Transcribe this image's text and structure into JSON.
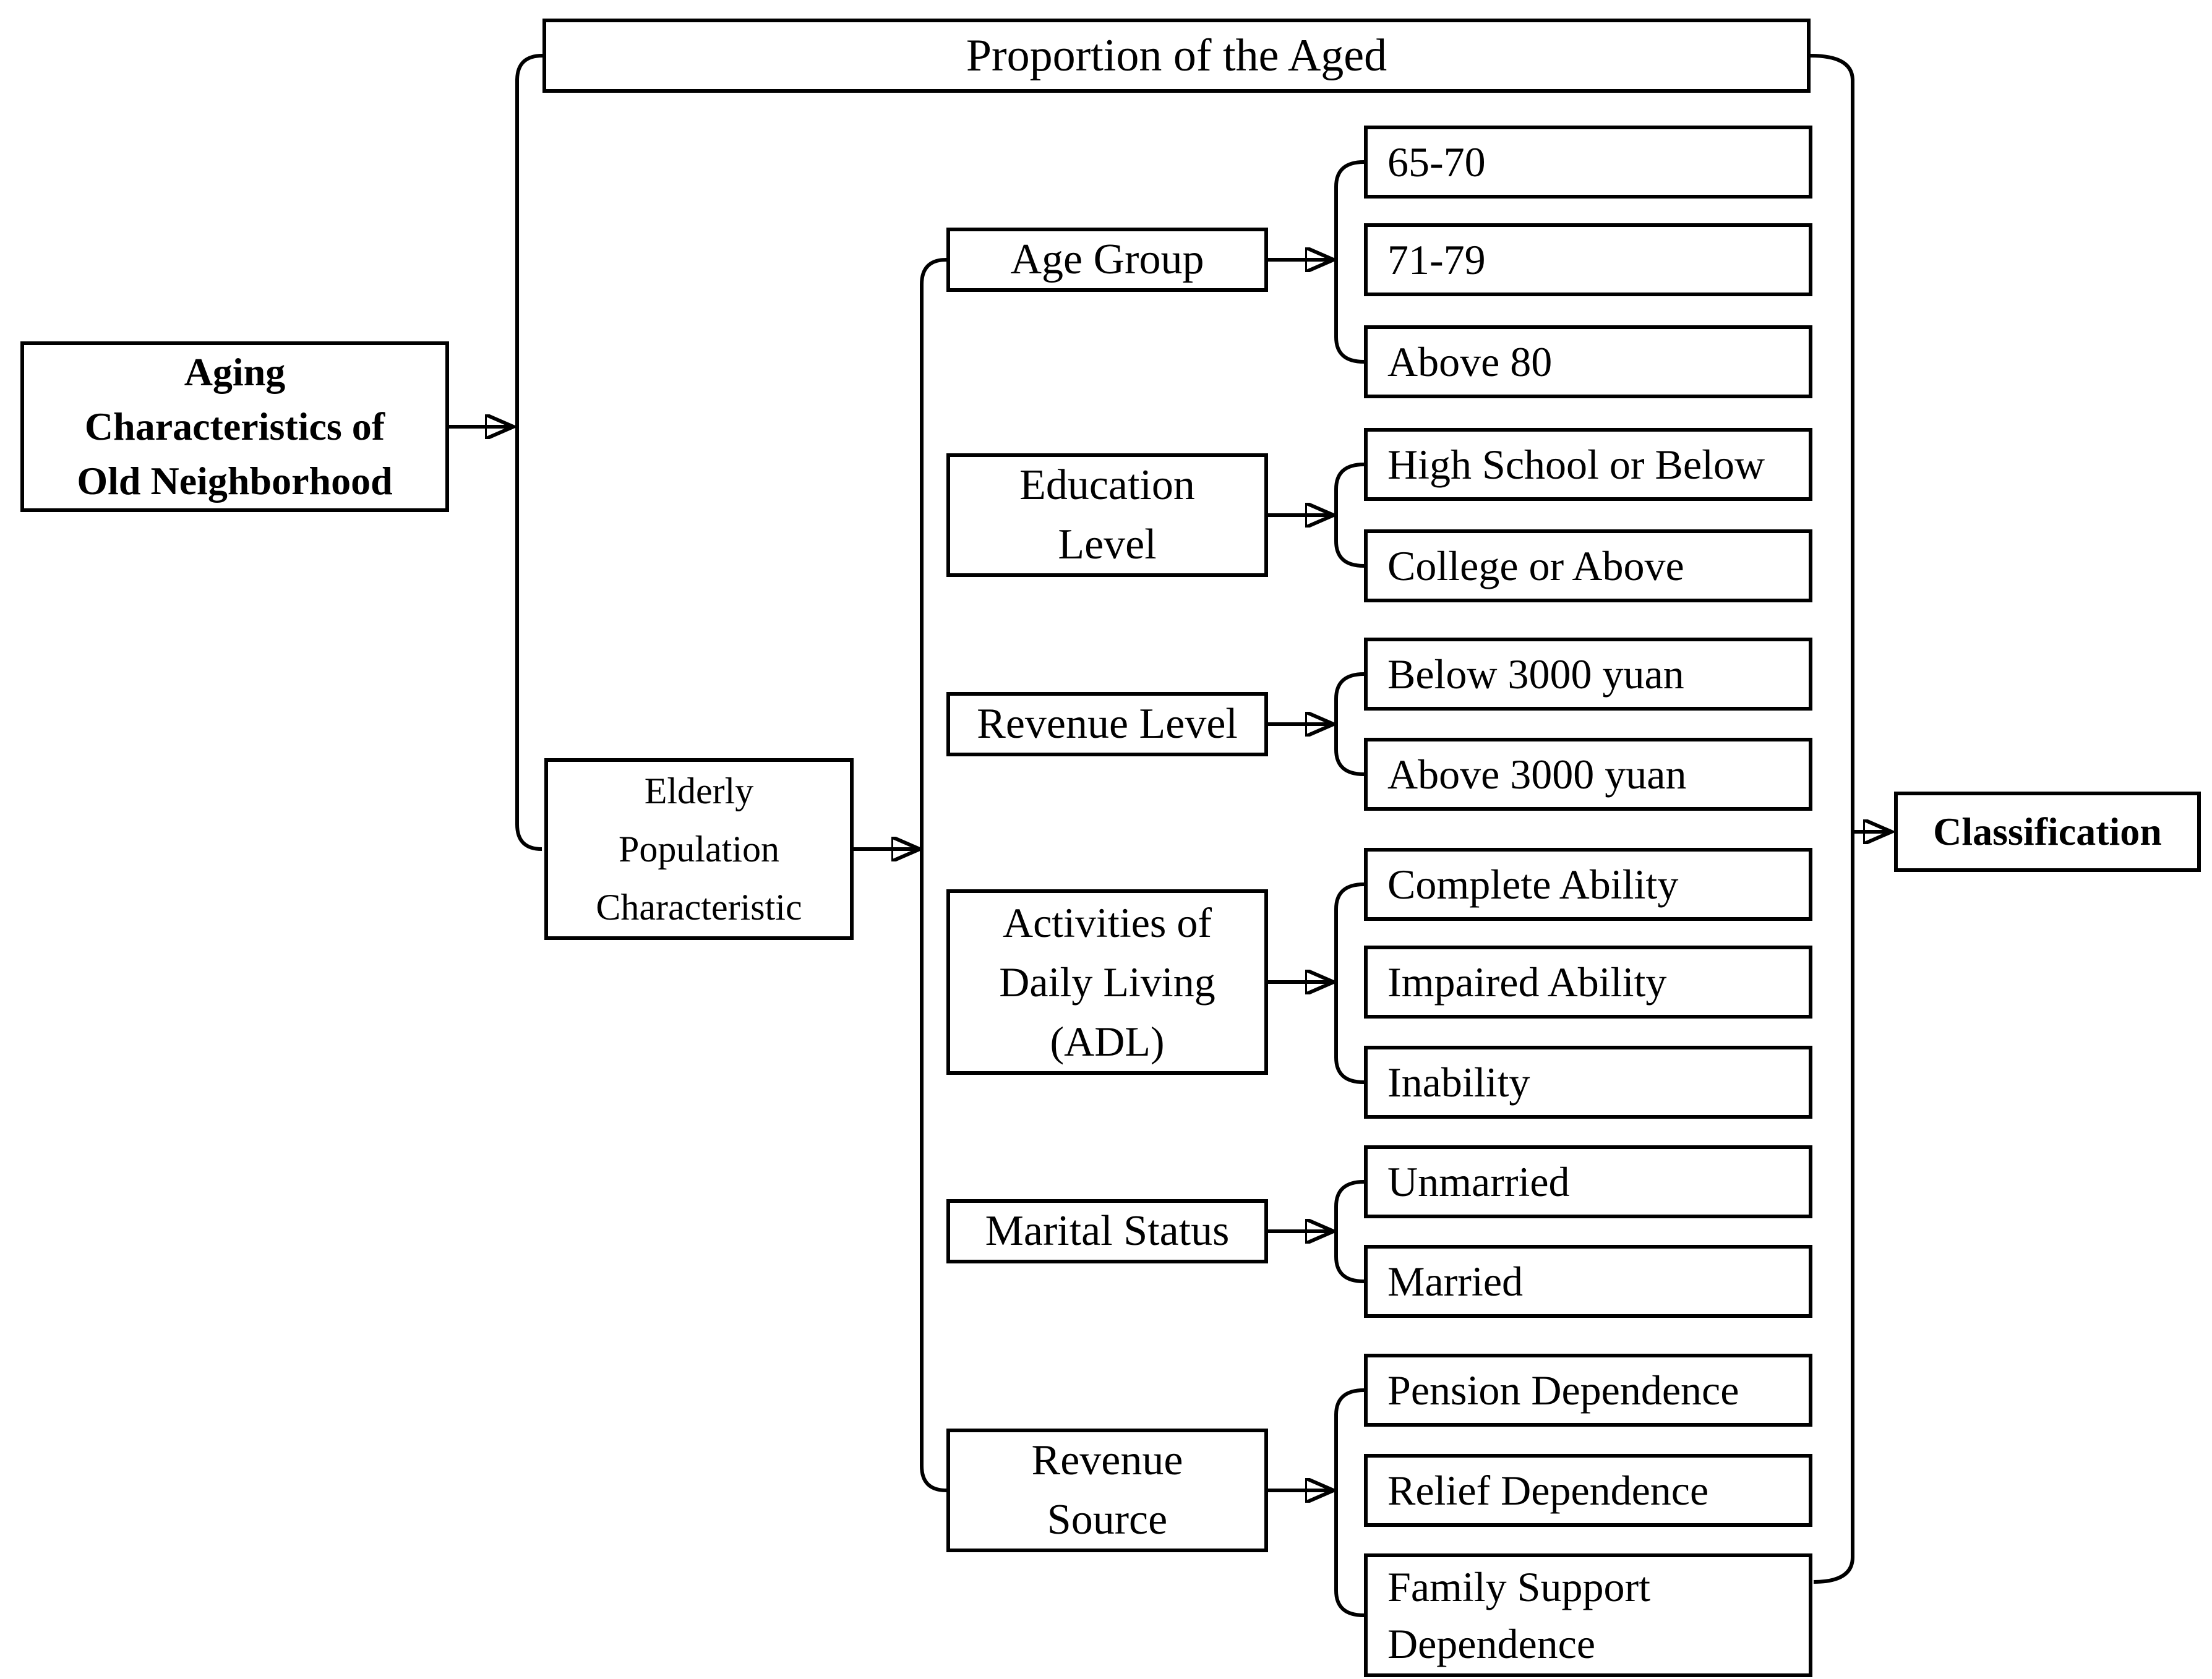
{
  "meta": {
    "figure_type": "flowchart",
    "colors": {
      "ink": "#000000",
      "background": "#ffffff"
    }
  },
  "diagram": {
    "root": {
      "label": "Aging\nCharacteristics of\nOld Neighborhood"
    },
    "proportion": {
      "label": "Proportion of the Aged"
    },
    "elderly": {
      "label": "Elderly\nPopulation\nCharacteristic"
    },
    "classification": {
      "label": "Classification"
    },
    "categories": [
      {
        "id": "age-group",
        "label": "Age Group",
        "children": [
          "65-70",
          "71-79",
          "Above 80"
        ]
      },
      {
        "id": "education-level",
        "label": "Education\nLevel",
        "children": [
          "High School or Below",
          "College or Above"
        ]
      },
      {
        "id": "revenue-level",
        "label": "Revenue Level",
        "children": [
          "Below 3000 yuan",
          "Above 3000 yuan"
        ]
      },
      {
        "id": "adl",
        "label": "Activities of\nDaily Living\n(ADL)",
        "children": [
          "Complete Ability",
          "Impaired Ability",
          "Inability"
        ]
      },
      {
        "id": "marital-status",
        "label": "Marital Status",
        "children": [
          "Unmarried",
          "Married"
        ]
      },
      {
        "id": "revenue-source",
        "label": "Revenue\nSource",
        "children": [
          "Pension Dependence",
          "Relief Dependence",
          "Family Support\nDependence"
        ]
      }
    ]
  }
}
